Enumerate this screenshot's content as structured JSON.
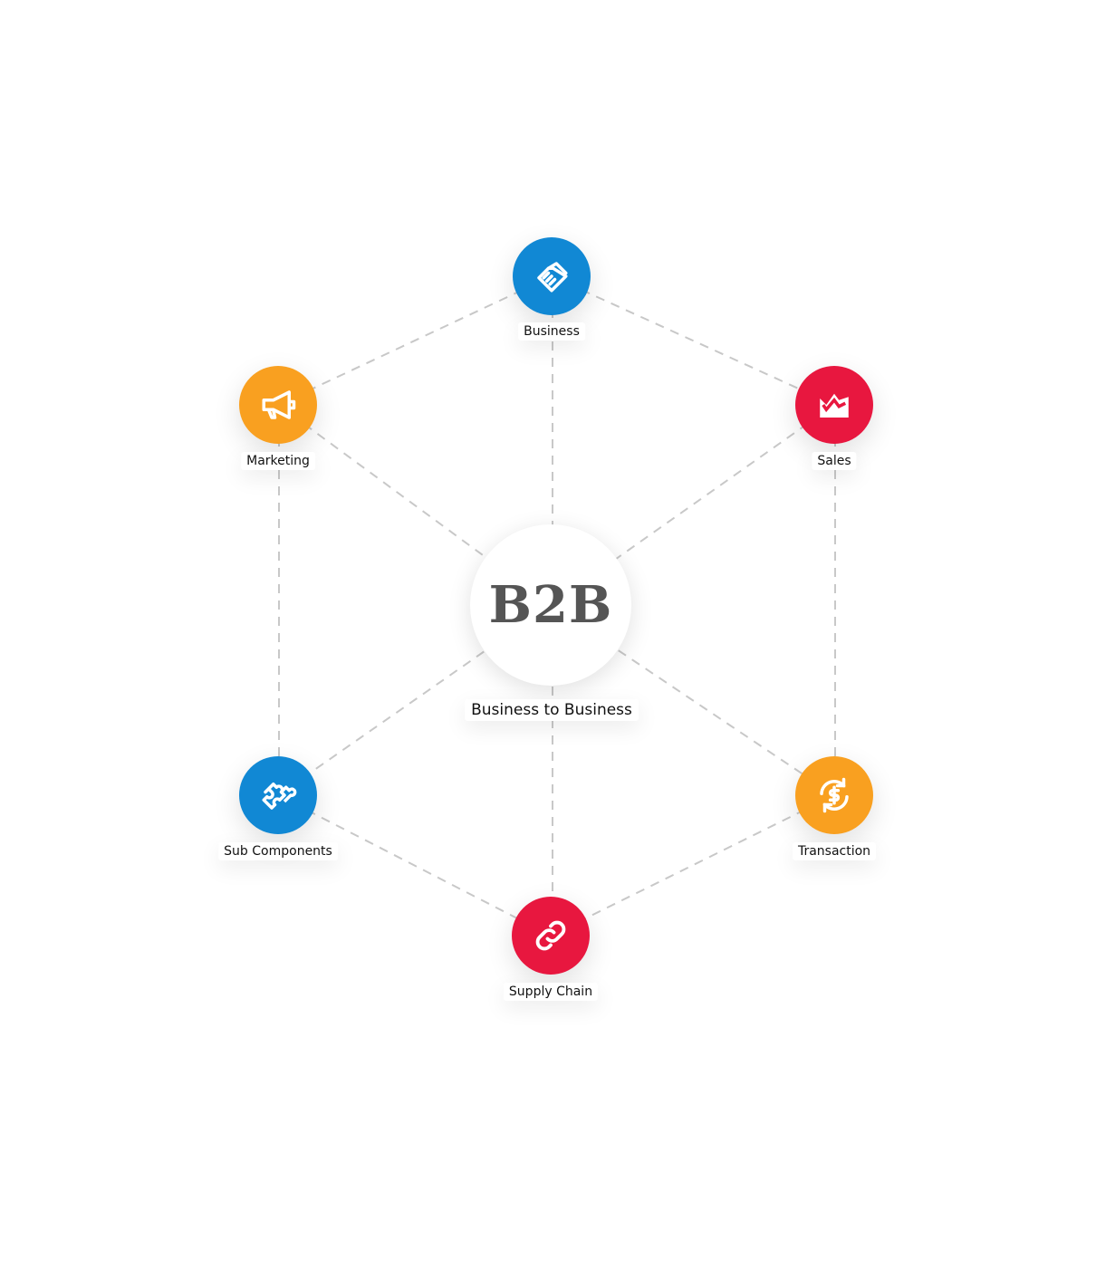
{
  "center": {
    "title": "B2B",
    "subtitle": "Business to Business"
  },
  "nodes": [
    {
      "id": "business",
      "label": "Business",
      "icon": "handshake-icon",
      "color": "#1188d4"
    },
    {
      "id": "marketing",
      "label": "Marketing",
      "icon": "megaphone-icon",
      "color": "#f9a020"
    },
    {
      "id": "sales",
      "label": "Sales",
      "icon": "area-chart-icon",
      "color": "#e8173f"
    },
    {
      "id": "sub_components",
      "label": "Sub Components",
      "icon": "puzzle-icon",
      "color": "#1188d4"
    },
    {
      "id": "transaction",
      "label": "Transaction",
      "icon": "dollar-exchange-icon",
      "color": "#f9a020"
    },
    {
      "id": "supply_chain",
      "label": "Supply Chain",
      "icon": "link-icon",
      "color": "#e8173f"
    }
  ]
}
